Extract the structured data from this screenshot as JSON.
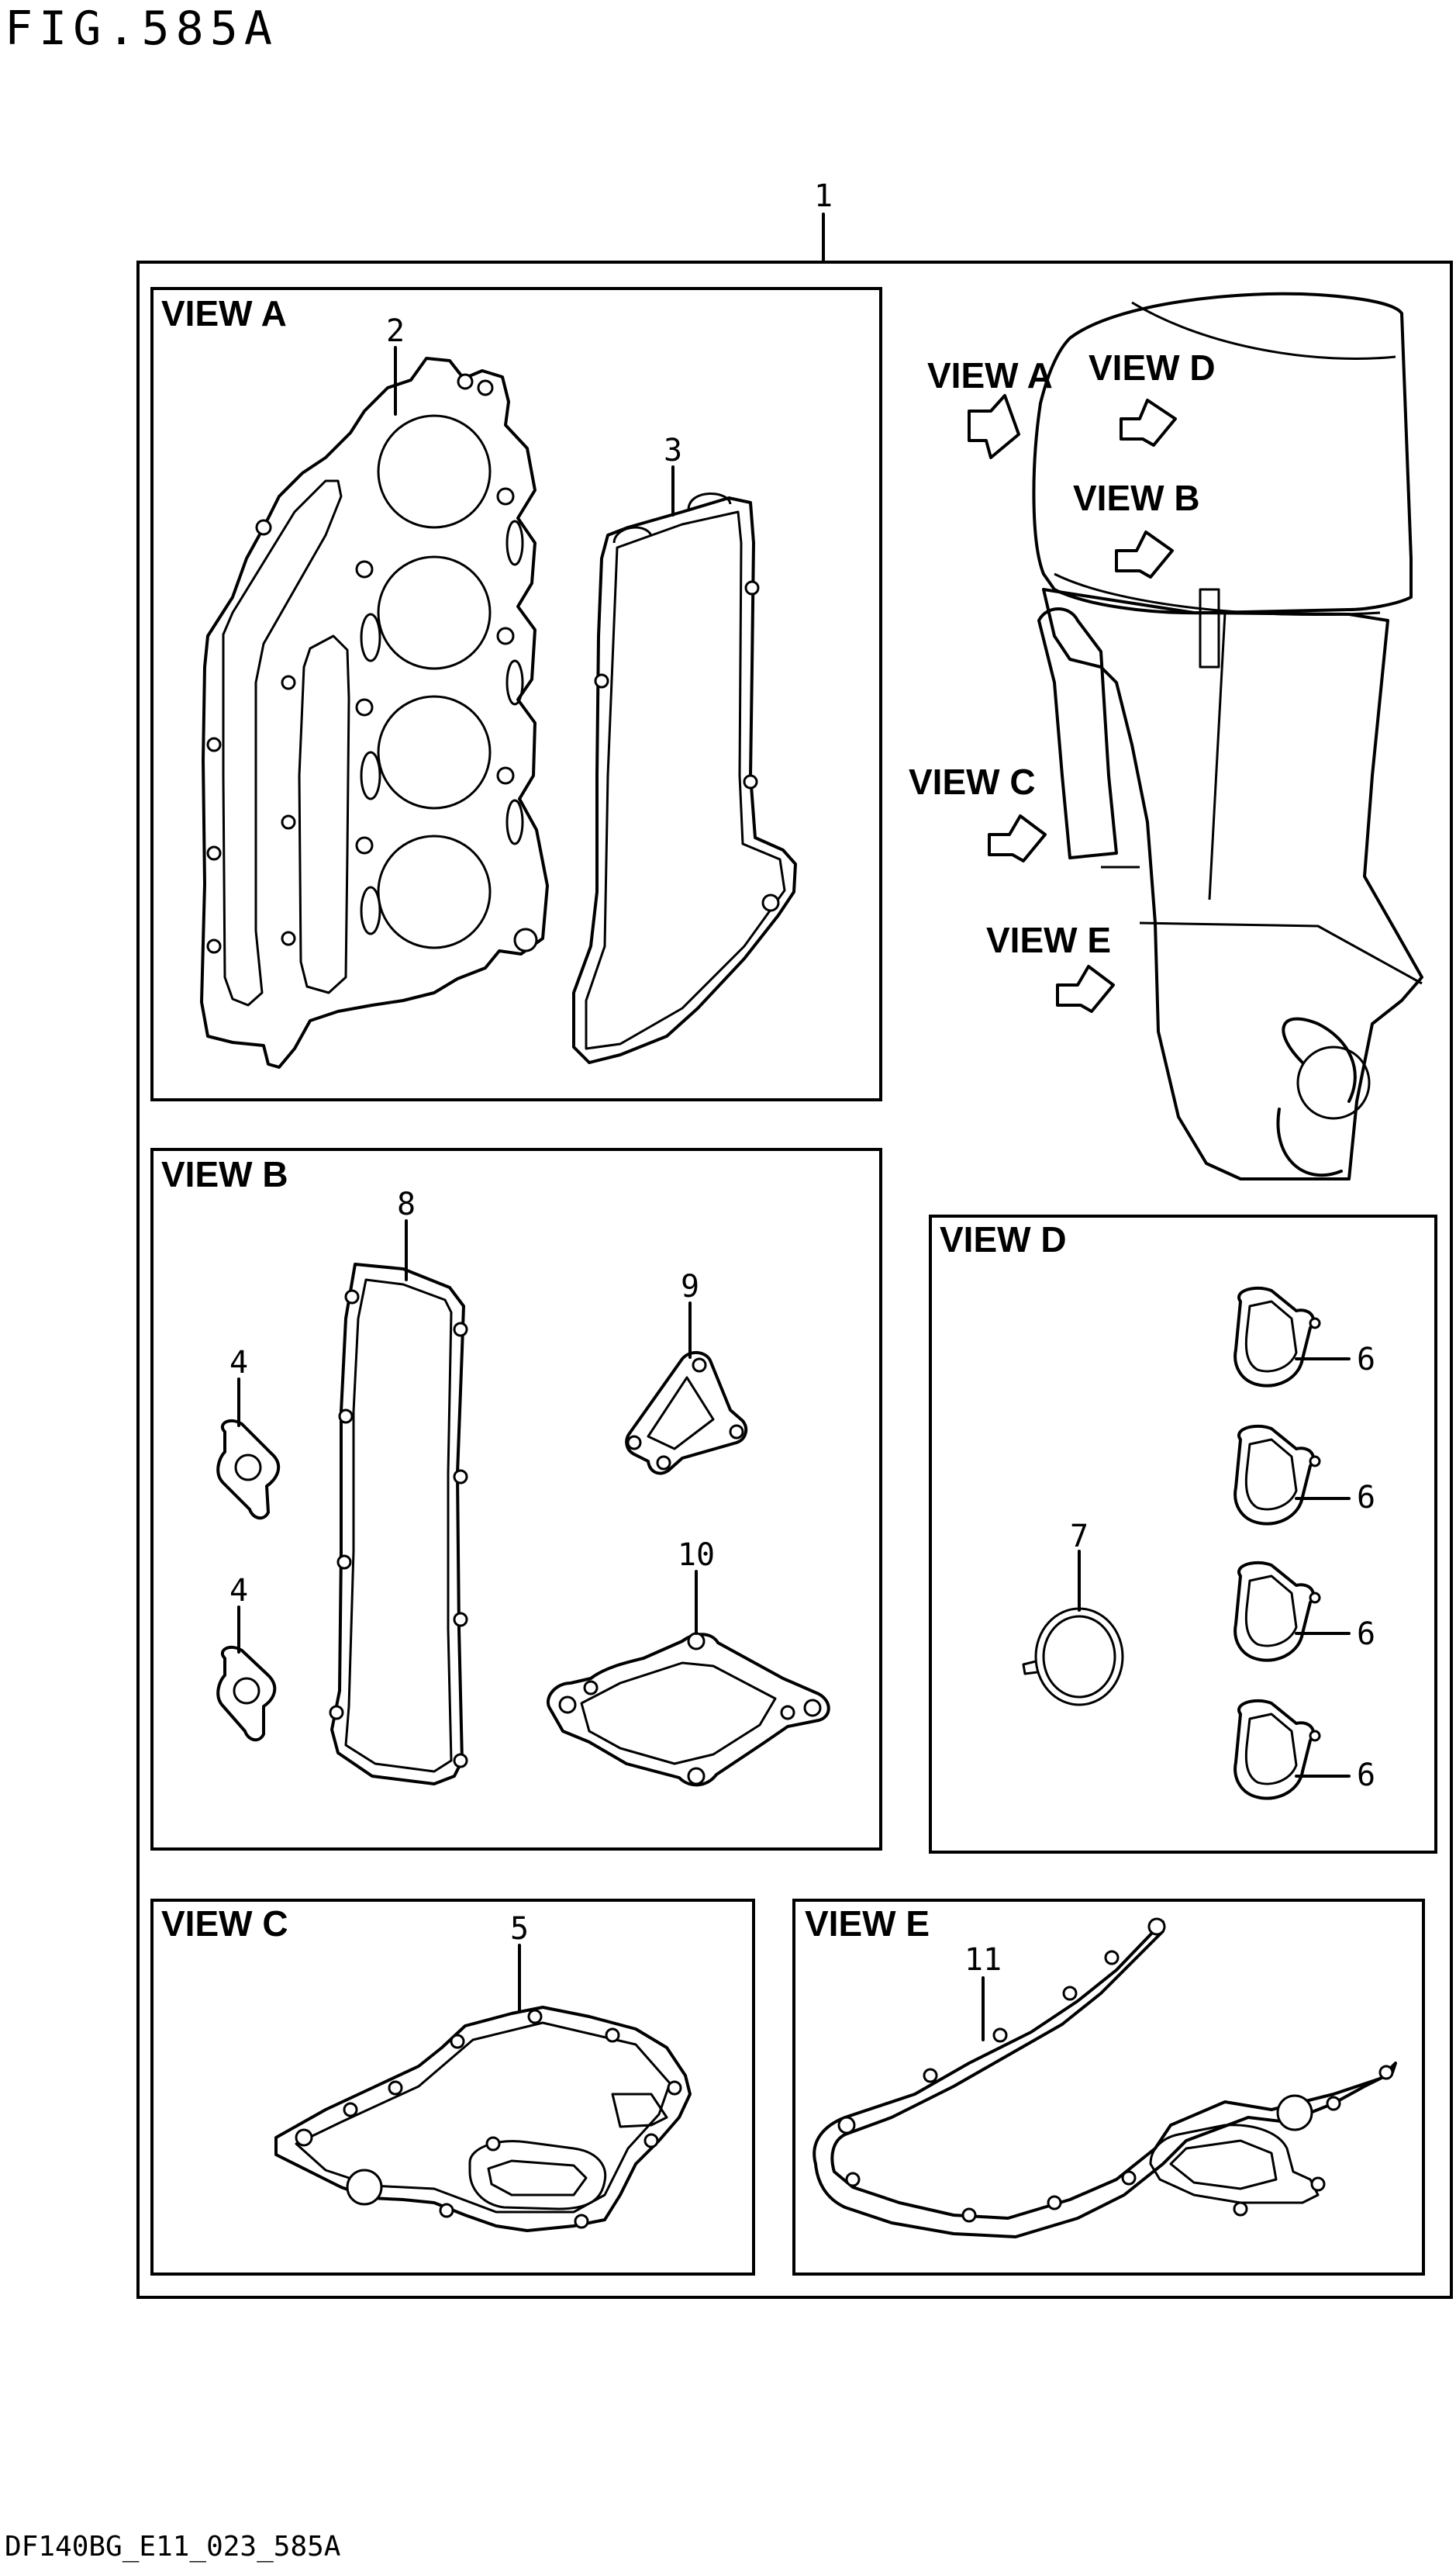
{
  "figure": {
    "title": "FIG.585A",
    "code": "DF140BG_E11_023_585A"
  },
  "part_numbers": {
    "kit": "1",
    "cylinder_head_gasket": "2",
    "head_cover_gasket": "3",
    "small_gasket_a": "4",
    "small_gasket_b": "4",
    "lower_case_gasket": "5",
    "ring_gasket_1": "6",
    "ring_gasket_2": "6",
    "ring_gasket_3": "6",
    "ring_gasket_4": "6",
    "o_ring": "7",
    "exhaust_cover_gasket": "8",
    "small_plate_gasket": "9",
    "cover_gasket": "10",
    "engine_holder_gasket": "11"
  },
  "views": {
    "a": "VIEW A",
    "b": "VIEW B",
    "c": "VIEW C",
    "d": "VIEW D",
    "e": "VIEW E"
  },
  "engine_callouts": {
    "a": "VIEW A",
    "b": "VIEW B",
    "c": "VIEW C",
    "d": "VIEW D",
    "e": "VIEW E"
  }
}
